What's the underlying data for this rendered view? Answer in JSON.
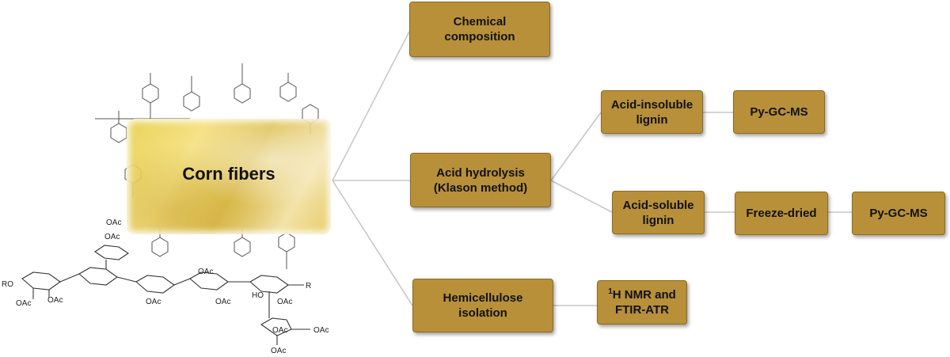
{
  "diagram": {
    "source_label": "Corn fibers",
    "nodes": {
      "chemical_composition": "Chemical\ncomposition",
      "acid_hydrolysis": "Acid hydrolysis\n(Klason method)",
      "hemicellulose_isolation": "Hemicellulose\nisolation",
      "acid_insoluble_lignin": "Acid-insoluble\nlignin",
      "acid_soluble_lignin": "Acid-soluble\nlignin",
      "py_gc_ms_1": "Py-GC-MS",
      "freeze_dried": "Freeze-dried",
      "py_gc_ms_2": "Py-GC-MS",
      "nmr_sup": "1",
      "nmr_line1": "H NMR and",
      "nmr_line2": "FTIR-ATR"
    },
    "structure_labels": {
      "ro": "RO",
      "r": "R",
      "ho": "HO",
      "oac": "OAc"
    },
    "colors": {
      "box_fill": "#b8903a",
      "connector": "#c8c8c8"
    }
  }
}
